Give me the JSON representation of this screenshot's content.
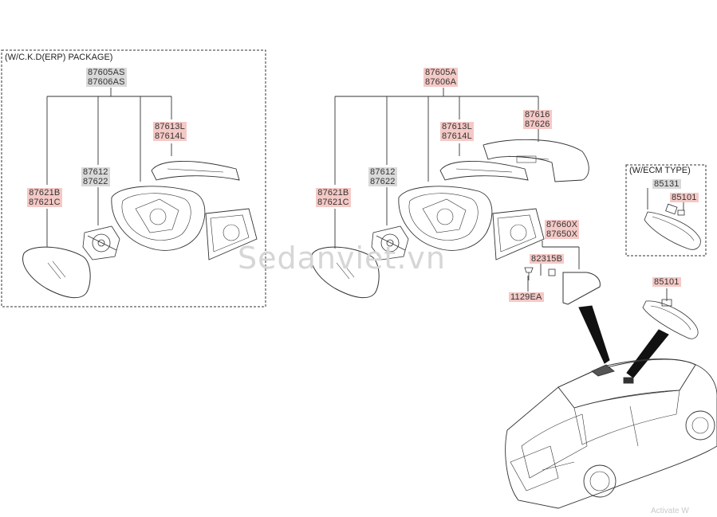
{
  "left_panel": {
    "header": "(W/C.K.D(ERP) PACKAGE)",
    "assembly": [
      "87605AS",
      "87606AS"
    ],
    "cover": [
      "87613L",
      "87614L"
    ],
    "actuator": [
      "87612",
      "87622"
    ],
    "glass": [
      "87621B",
      "87621C"
    ]
  },
  "center": {
    "assembly": [
      "87605A",
      "87606A"
    ],
    "scalp": [
      "87616",
      "87626"
    ],
    "cover": [
      "87613L",
      "87614L"
    ],
    "actuator": [
      "87612",
      "87622"
    ],
    "glass": [
      "87621B",
      "87621C"
    ],
    "inner_cover": [
      "87660X",
      "87650X"
    ],
    "clip": "82315B",
    "screw": "1129EA"
  },
  "ecm_panel": {
    "header": "(W/ECM TYPE)",
    "part_a": "85131",
    "part_b": "85101"
  },
  "inside_mirror": "85101",
  "watermark": "Sedanviet.vn",
  "corner_text": "Activate W",
  "colors": {
    "pink": "#f4c9c6",
    "grey": "#d9d9d9",
    "line": "#333333"
  }
}
